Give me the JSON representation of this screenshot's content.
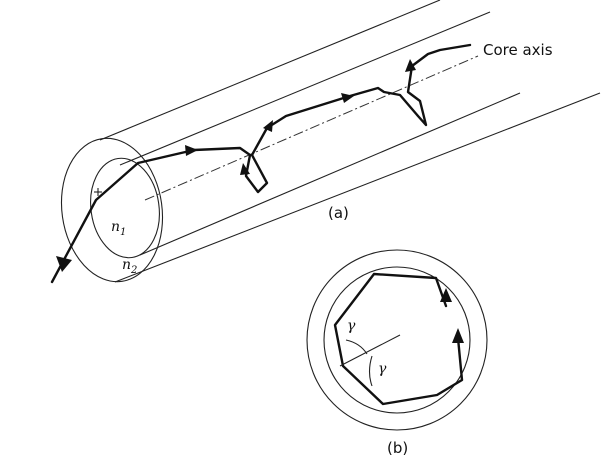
{
  "labels": {
    "core_axis": "Core axis",
    "panel_a": "(a)",
    "panel_b": "(b)",
    "n1_base": "n",
    "n1_sub": "1",
    "n2_base": "n",
    "n2_sub": "2",
    "gamma": "γ"
  },
  "colors": {
    "ink": "#111111",
    "background": "#ffffff"
  }
}
